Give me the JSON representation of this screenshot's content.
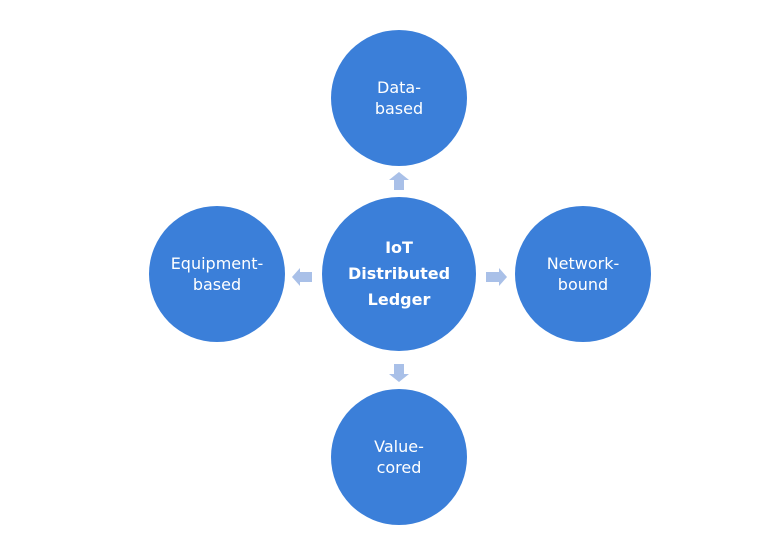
{
  "diagram": {
    "center": {
      "lines": [
        "IoT",
        "Distributed",
        "Ledger"
      ]
    },
    "top": {
      "lines": [
        "Data-",
        "based"
      ]
    },
    "left": {
      "lines": [
        "Equipment-",
        "based"
      ]
    },
    "right": {
      "lines": [
        "Network-",
        "bound"
      ]
    },
    "bottom": {
      "lines": [
        "Value-",
        "cored"
      ]
    }
  },
  "colors": {
    "node_fill": "#3b7fd9",
    "node_text": "#ffffff",
    "arrow_fill": "#a9c0e8",
    "background": "#ffffff"
  }
}
